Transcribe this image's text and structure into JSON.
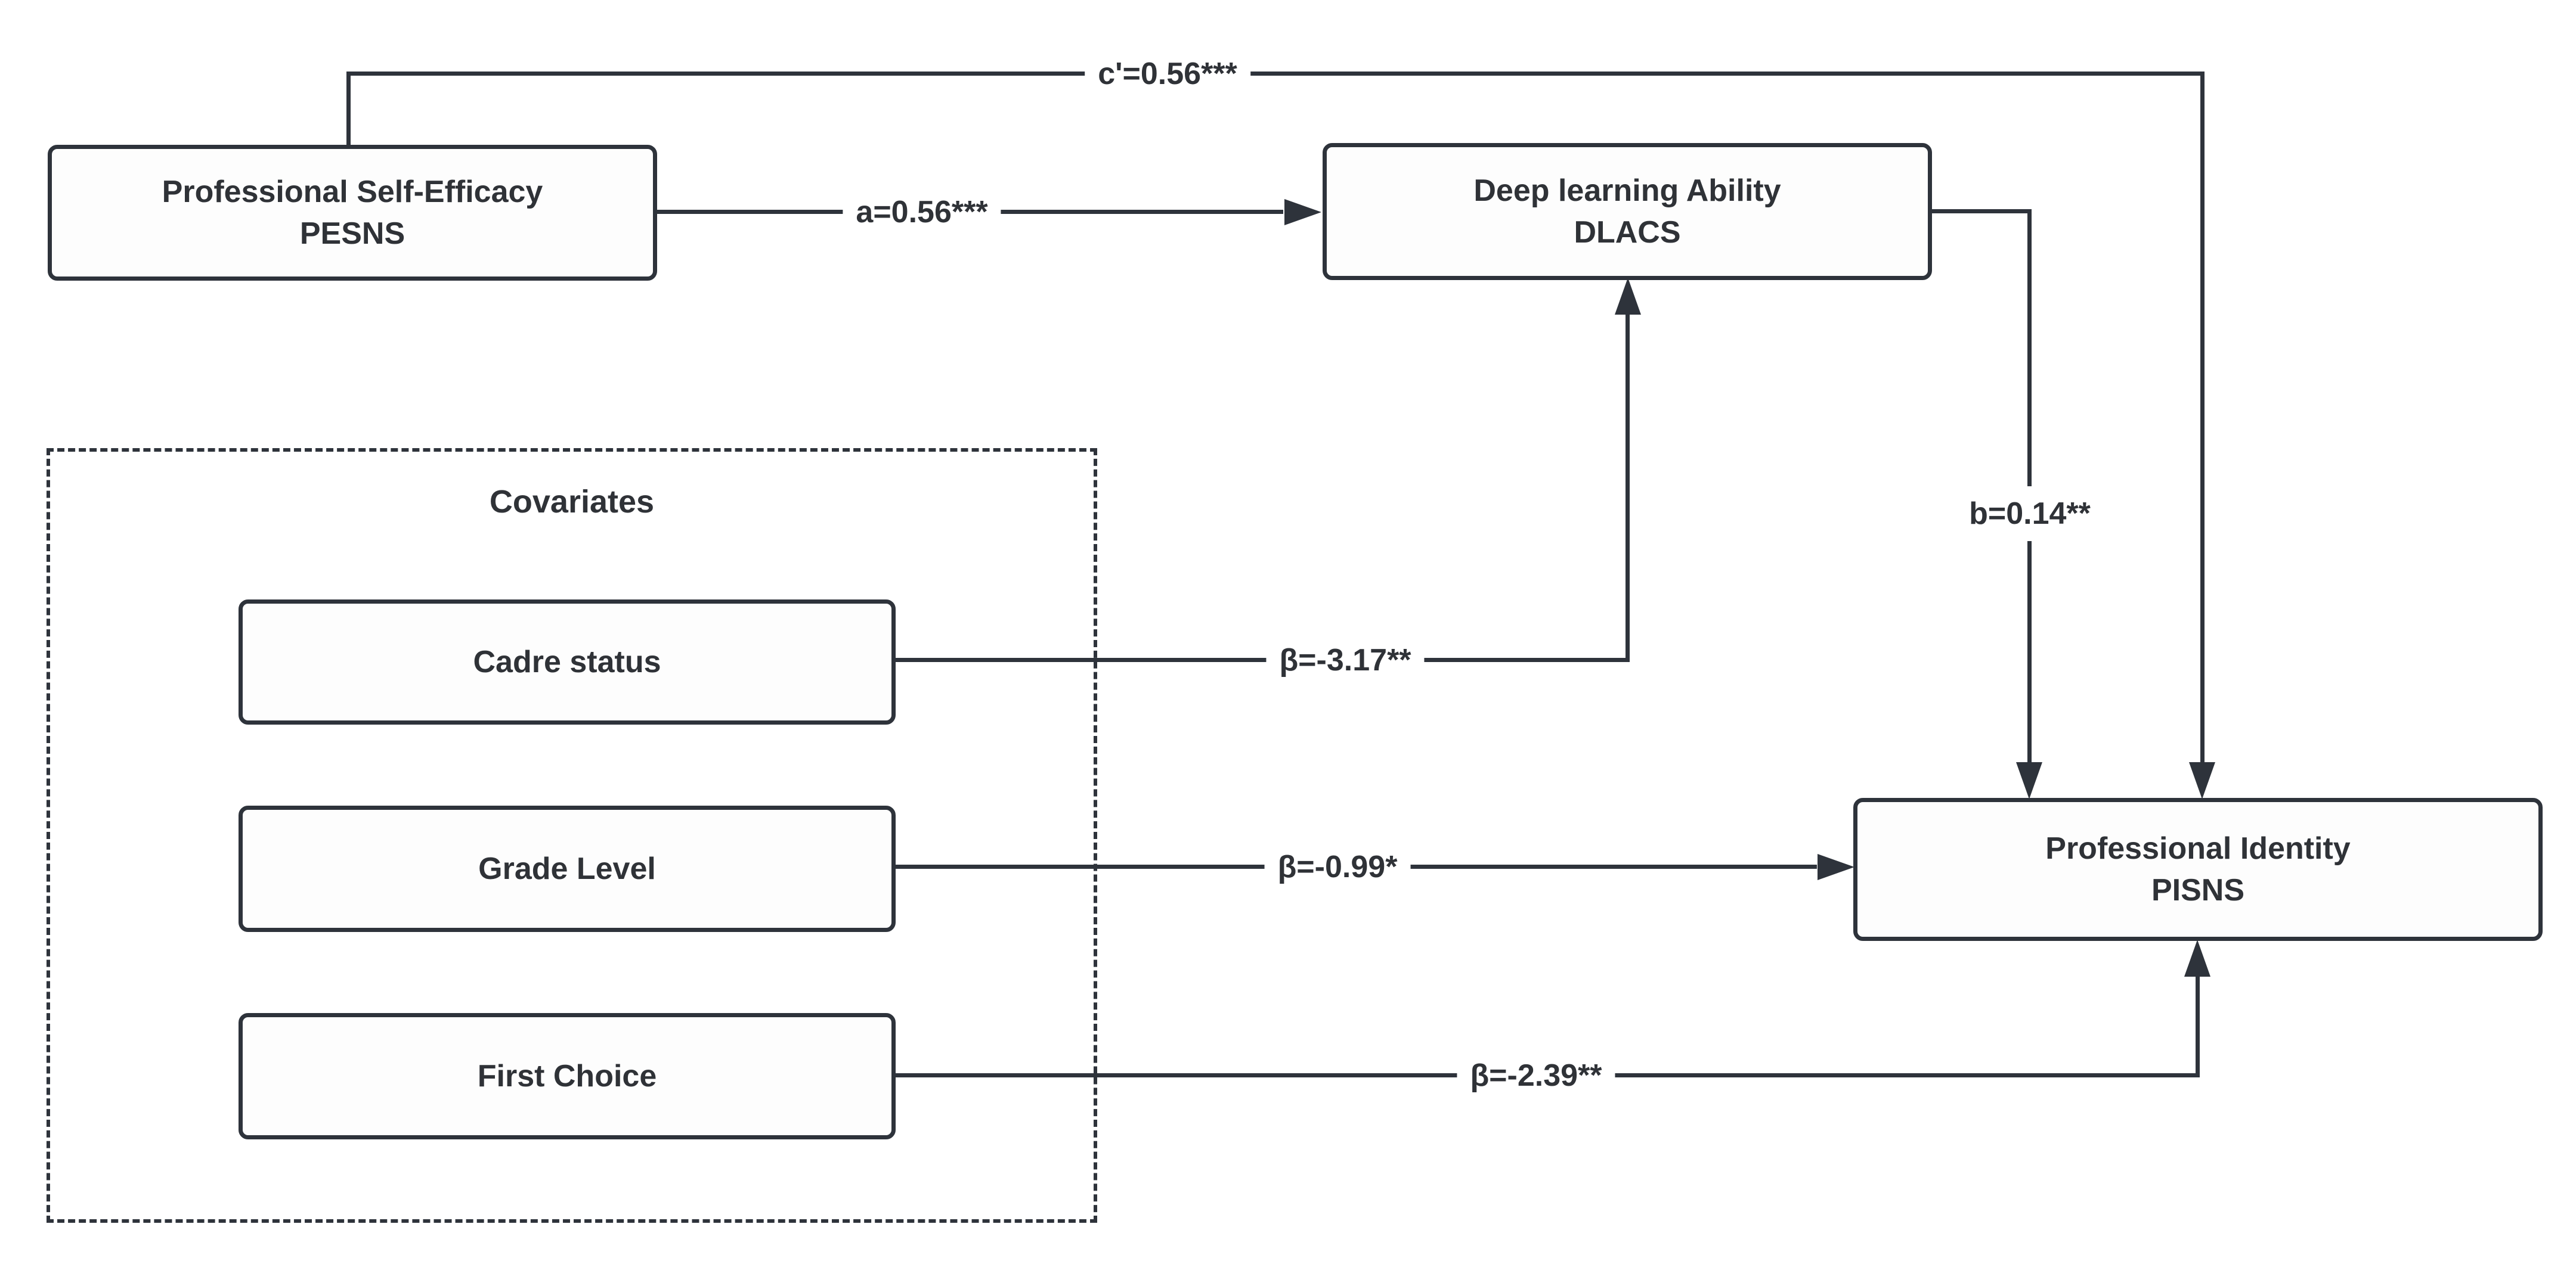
{
  "diagram": {
    "type": "mediation-path-model",
    "colors": {
      "background": "#ffffff",
      "line": "#2e333b",
      "box_border": "#2e333b",
      "box_fill": "#fdfdfd",
      "text": "#2f3237"
    },
    "nodes": {
      "pesns": {
        "title": "Professional Self-Efficacy",
        "subtitle": "PESNS"
      },
      "dlacs": {
        "title": "Deep learning Ability",
        "subtitle": "DLACS"
      },
      "pisns": {
        "title": "Professional Identity",
        "subtitle": "PISNS"
      },
      "cadre": {
        "title": "Cadre status"
      },
      "grade": {
        "title": "Grade Level"
      },
      "first_choice": {
        "title": "First Choice"
      }
    },
    "groups": {
      "covariates": {
        "title": "Covariates"
      }
    },
    "edges": {
      "c_prime": {
        "label": "c'=0.56***",
        "from": "PESNS",
        "to": "PISNS"
      },
      "a_path": {
        "label": "a=0.56***",
        "from": "PESNS",
        "to": "DLACS"
      },
      "b_path": {
        "label": "b=0.14**",
        "from": "DLACS",
        "to": "PISNS"
      },
      "cov_cadre": {
        "label": "β=-3.17**",
        "from": "Cadre status",
        "to": "DLACS"
      },
      "cov_grade": {
        "label": "β=-0.99*",
        "from": "Grade Level",
        "to": "PISNS"
      },
      "cov_first": {
        "label": "β=-2.39**",
        "from": "First Choice",
        "to": "PISNS"
      }
    }
  }
}
